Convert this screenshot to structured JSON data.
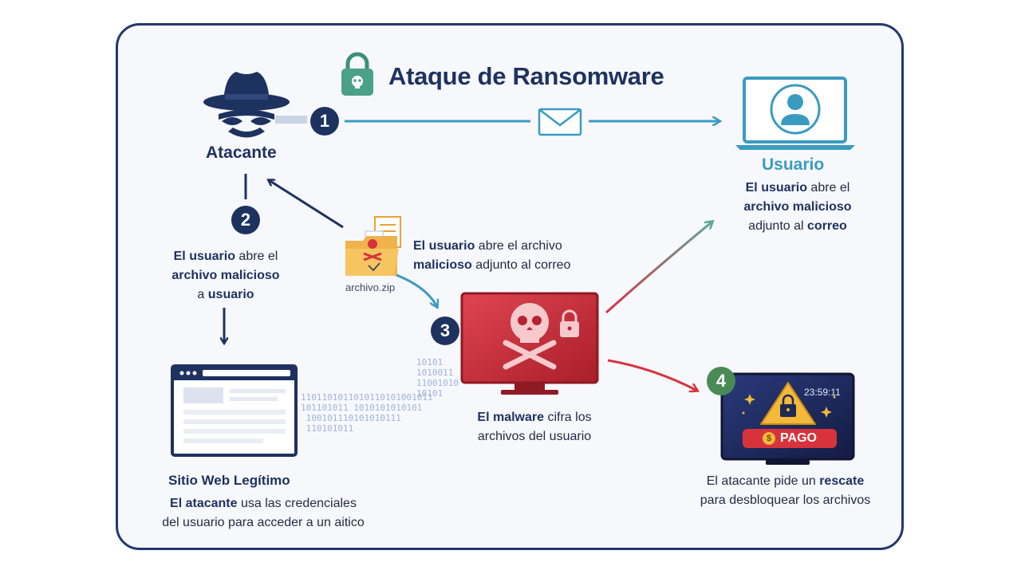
{
  "title": "Ataque de Ransomware",
  "attacker": {
    "label": "Atacante"
  },
  "user": {
    "label": "Usuario",
    "desc_1": "El usuario",
    "desc_2": " abre el",
    "desc_3": "archivo malicioso",
    "desc_4": "adjunto al ",
    "desc_5": "correo"
  },
  "middle_caption": {
    "line1_bold": "El usuario",
    "line1_rest": " abre el archivo",
    "line2_bold": "malicioso",
    "line2_rest": " adjunto al correo"
  },
  "step2_caption": {
    "line1_bold": "El usuario",
    "line1_rest": " abre el",
    "line2": "archivo malicioso",
    "line3_pre": "a ",
    "line3_bold": "usuario"
  },
  "file": {
    "name": "archivo.zip"
  },
  "malware_caption": {
    "bold": "El malware",
    "rest": " cifra los",
    "line2": "archivos del usuario"
  },
  "website": {
    "label": "Sitio Web Legítimo",
    "desc_bold": "El atacante",
    "desc_rest": " usa las credenciales",
    "desc_line2": "del usuario para acceder a un aitico"
  },
  "ransom": {
    "timer": "23:59:11",
    "button": "PAGO",
    "coin": "$",
    "desc_pre": "El atacante",
    "desc_mid": " pide un ",
    "desc_bold": "rescate",
    "desc_line2": "para desbloquear los archivos"
  },
  "binary_a": "1101101011010110101001011\n101101011 1010101010101\n 100101110101010111\n 110101011",
  "binary_b": "10101\n1010011\n11001010\n10101",
  "steps": [
    "1",
    "2",
    "3",
    "4"
  ],
  "colors": {
    "navy": "#1e3260",
    "teal": "#3a9bc0",
    "red": "#d8333d",
    "green": "#4a8a55"
  }
}
